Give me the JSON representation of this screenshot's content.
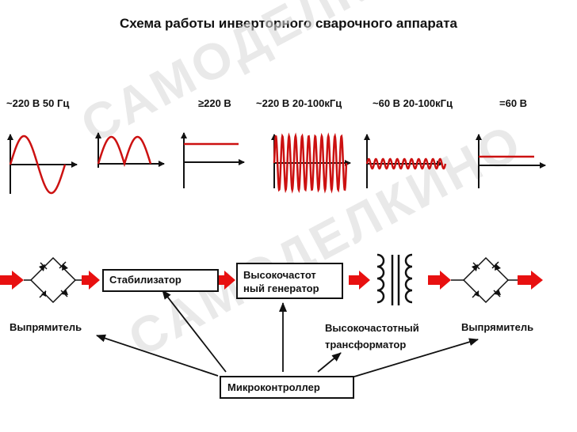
{
  "title": "Схема работы инверторного сварочного аппарата",
  "watermarks": [
    "САМОДЕЛКИНО",
    "САМОДЕЛКИНО"
  ],
  "waveform_labels": [
    "~220 В 50 Гц",
    "≥220 В",
    "~220 В 20-100кГц",
    "~60 В 20-100кГц",
    "=60 В"
  ],
  "blocks": {
    "stabilizer": "Стабилизатор",
    "generator_line1": "Высокочастот",
    "generator_line2": "ный генератор",
    "microcontroller": "Микроконтроллер"
  },
  "labels": {
    "rectifier_left": "Выпрямитель",
    "transformer_line1": "Высокочастотный",
    "transformer_line2": "трансформатор",
    "rectifier_right": "Выпрямитель"
  },
  "colors": {
    "signal": "#cc1111",
    "arrow": "#e81010",
    "ink": "#111111"
  }
}
